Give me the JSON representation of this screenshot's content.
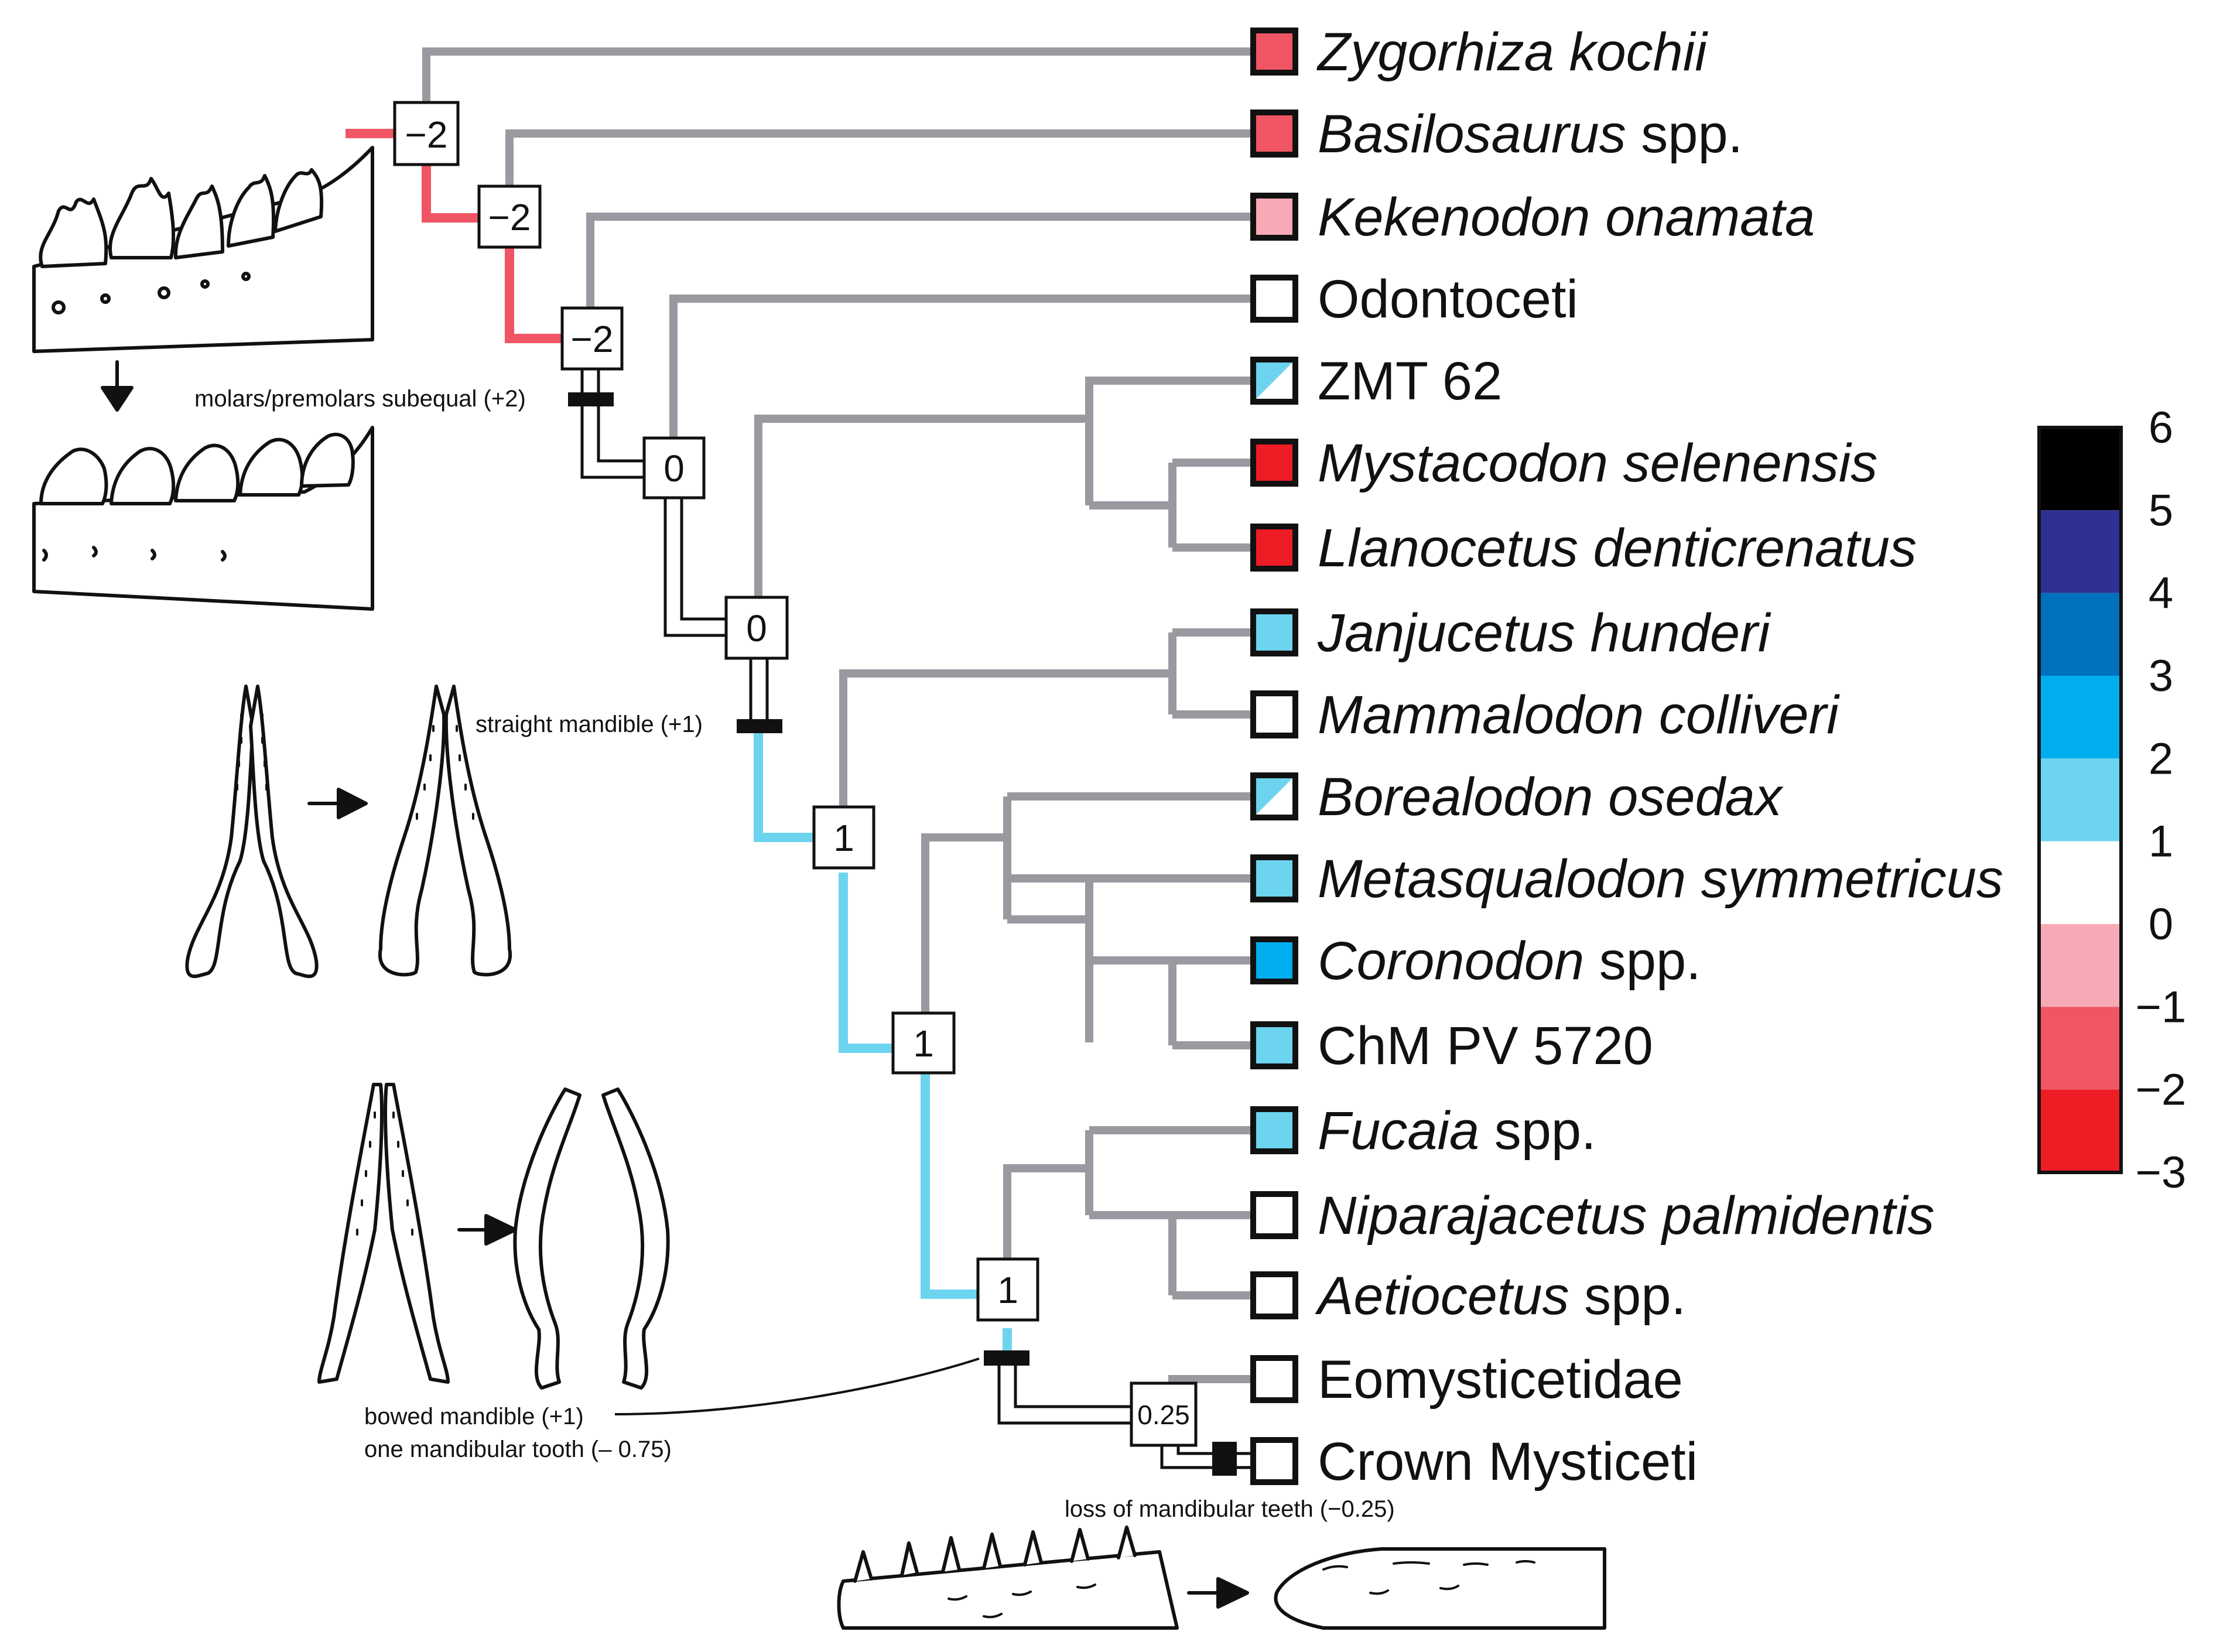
{
  "taxa": [
    {
      "parts": [
        {
          "t": "Zygorhiza kochii",
          "i": true
        }
      ],
      "fill": "#f05564"
    },
    {
      "parts": [
        {
          "t": "Basilosaurus",
          "i": true
        },
        {
          "t": " spp.",
          "i": false
        }
      ],
      "fill": "#f05564"
    },
    {
      "parts": [
        {
          "t": "Kekenodon onamata",
          "i": true
        }
      ],
      "fill": "#f7a9b6"
    },
    {
      "parts": [
        {
          "t": "Odontoceti",
          "i": false
        }
      ],
      "fill": "#ffffff"
    },
    {
      "parts": [
        {
          "t": "ZMT 62",
          "i": false
        }
      ],
      "fill": "split"
    },
    {
      "parts": [
        {
          "t": "Mystacodon selenensis",
          "i": true
        }
      ],
      "fill": "#ee1c24"
    },
    {
      "parts": [
        {
          "t": "Llanocetus denticrenatus",
          "i": true
        }
      ],
      "fill": "#ee1c24"
    },
    {
      "parts": [
        {
          "t": "Janjucetus hunderi",
          "i": true
        }
      ],
      "fill": "#6dd4ef"
    },
    {
      "parts": [
        {
          "t": "Mammalodon colliveri",
          "i": true
        }
      ],
      "fill": "#ffffff"
    },
    {
      "parts": [
        {
          "t": "Borealodon osedax",
          "i": true
        }
      ],
      "fill": "split"
    },
    {
      "parts": [
        {
          "t": "Metasqualodon symmetricus",
          "i": true
        }
      ],
      "fill": "#6dd4ef"
    },
    {
      "parts": [
        {
          "t": "Coronodon",
          "i": true
        },
        {
          "t": " spp.",
          "i": false
        }
      ],
      "fill": "#00aeef"
    },
    {
      "parts": [
        {
          "t": "ChM PV 5720",
          "i": false
        }
      ],
      "fill": "#6dd4ef"
    },
    {
      "parts": [
        {
          "t": "Fucaia",
          "i": true
        },
        {
          "t": " spp.",
          "i": false
        }
      ],
      "fill": "#6dd4ef"
    },
    {
      "parts": [
        {
          "t": "Niparajacetus palmidentis",
          "i": true
        }
      ],
      "fill": "#ffffff"
    },
    {
      "parts": [
        {
          "t": "Aetiocetus",
          "i": true
        },
        {
          "t": " spp.",
          "i": false
        }
      ],
      "fill": "#ffffff"
    },
    {
      "parts": [
        {
          "t": "Eomysticetidae",
          "i": false
        }
      ],
      "fill": "#ffffff"
    },
    {
      "parts": [
        {
          "t": "Crown Mysticeti",
          "i": false
        }
      ],
      "fill": "#ffffff"
    }
  ],
  "node_values": [
    "−2",
    "−2",
    "−2",
    "0",
    "0",
    "1",
    "1",
    "1",
    "0.25"
  ],
  "character_labels": {
    "molars": "molars/premolars subequal (+2)",
    "straight": "straight mandible (+1)",
    "bowed": "bowed mandible (+1)",
    "one_tooth": "one mandibular tooth (– 0.75)",
    "loss": "loss of mandibular teeth (−0.25)"
  },
  "color_scale": {
    "labels": [
      "6",
      "5",
      "4",
      "3",
      "2",
      "1",
      "0",
      "−1",
      "−2",
      "−3"
    ],
    "bands": [
      "#000000",
      "#2e3192",
      "#0071bc",
      "#00aeef",
      "#6dd4ef",
      "#ffffff",
      "#f7a9b6",
      "#f05564",
      "#ee1c24"
    ]
  },
  "colors": {
    "branch": "#999aa0",
    "negative": "#f05564",
    "positive": "#6dd4ef",
    "ink": "#111111"
  }
}
